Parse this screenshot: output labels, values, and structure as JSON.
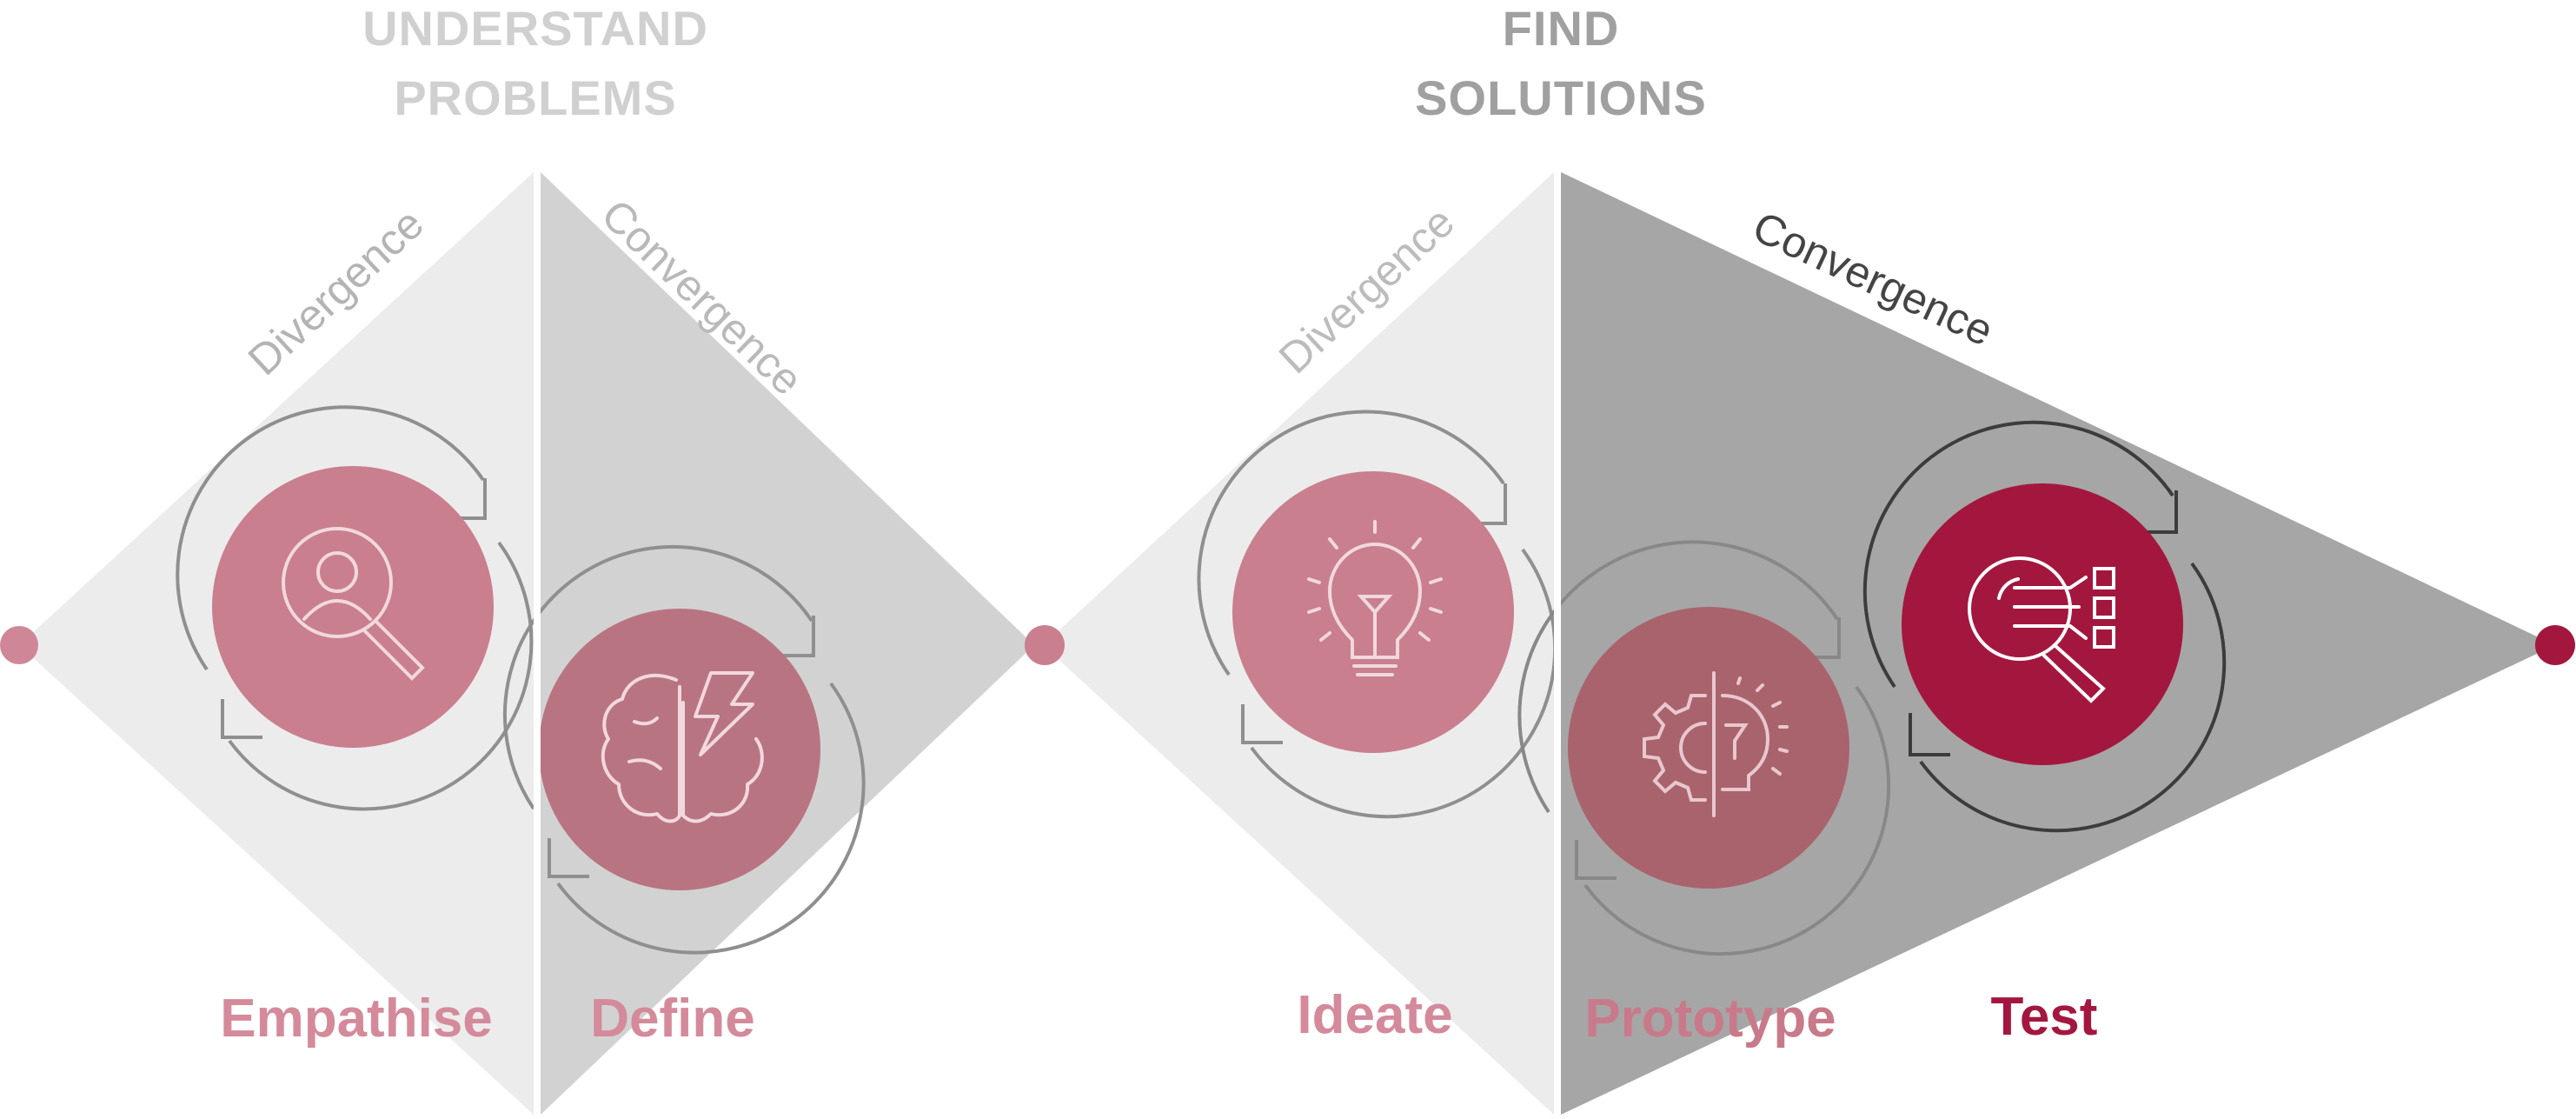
{
  "phases": [
    {
      "title_line1": "UNDERSTAND",
      "title_line2": "PROBLEMS",
      "color": "#cfcfcf"
    },
    {
      "title_line1": "FIND",
      "title_line2": "SOLUTIONS",
      "color": "#9e9e9e"
    }
  ],
  "directions": {
    "d1_divergence": "Divergence",
    "d1_convergence": "Convergence",
    "d2_divergence": "Divergence",
    "d2_convergence": "Convergence"
  },
  "stages": [
    {
      "label": "Empathise",
      "icon": "search-person-icon",
      "color": "#d48a9a"
    },
    {
      "label": "Define",
      "icon": "brain-lightning-icon",
      "color": "#d48a9a"
    },
    {
      "label": "Ideate",
      "icon": "lightbulb-icon",
      "color": "#d48a9a"
    },
    {
      "label": "Prototype",
      "icon": "gear-bulb-icon",
      "color": "#c87a8a"
    },
    {
      "label": "Test",
      "icon": "analysis-checklist-icon",
      "color": "#a3173f"
    }
  ],
  "colors": {
    "faint_grey": "#ececec",
    "light_grey": "#d2d2d2",
    "dark_grey": "#a6a6a6",
    "pink_circle": "#c97f8e",
    "pink_circle_dark": "#a9636d",
    "accent": "#a3173f",
    "dot_pink": "#cf8797"
  }
}
